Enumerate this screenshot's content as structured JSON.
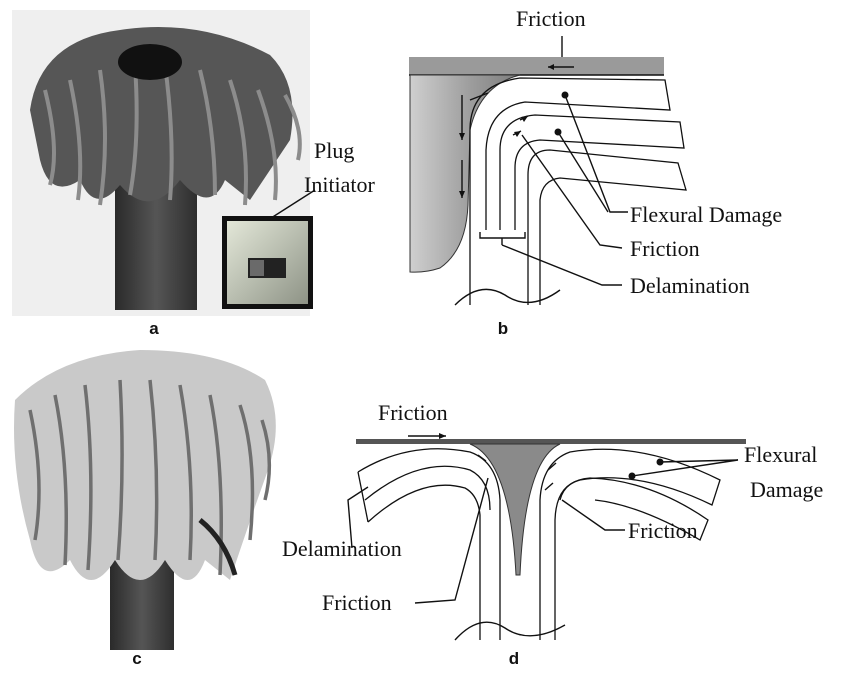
{
  "panels": {
    "a": {
      "label": "a",
      "callout": {
        "line1": "Plug",
        "line2": "Initiator"
      }
    },
    "b": {
      "label": "b",
      "friction_top": "Friction",
      "flexural_damage": "Flexural Damage",
      "friction_side": "Friction",
      "delamination": "Delamination"
    },
    "c": {
      "label": "c"
    },
    "d": {
      "label": "d",
      "friction_top": "Friction",
      "flexural_line1": "Flexural",
      "flexural_line2": "Damage",
      "friction_right": "Friction",
      "delamination": "Delamination",
      "friction_bottom": "Friction"
    }
  },
  "colors": {
    "plate": "#9a9a9a",
    "plug_gray": "#a7a7a7",
    "tube_dark": "#3a3a3a",
    "fronds_dark": "#444444",
    "fronds_light": "#bdbdbd"
  }
}
